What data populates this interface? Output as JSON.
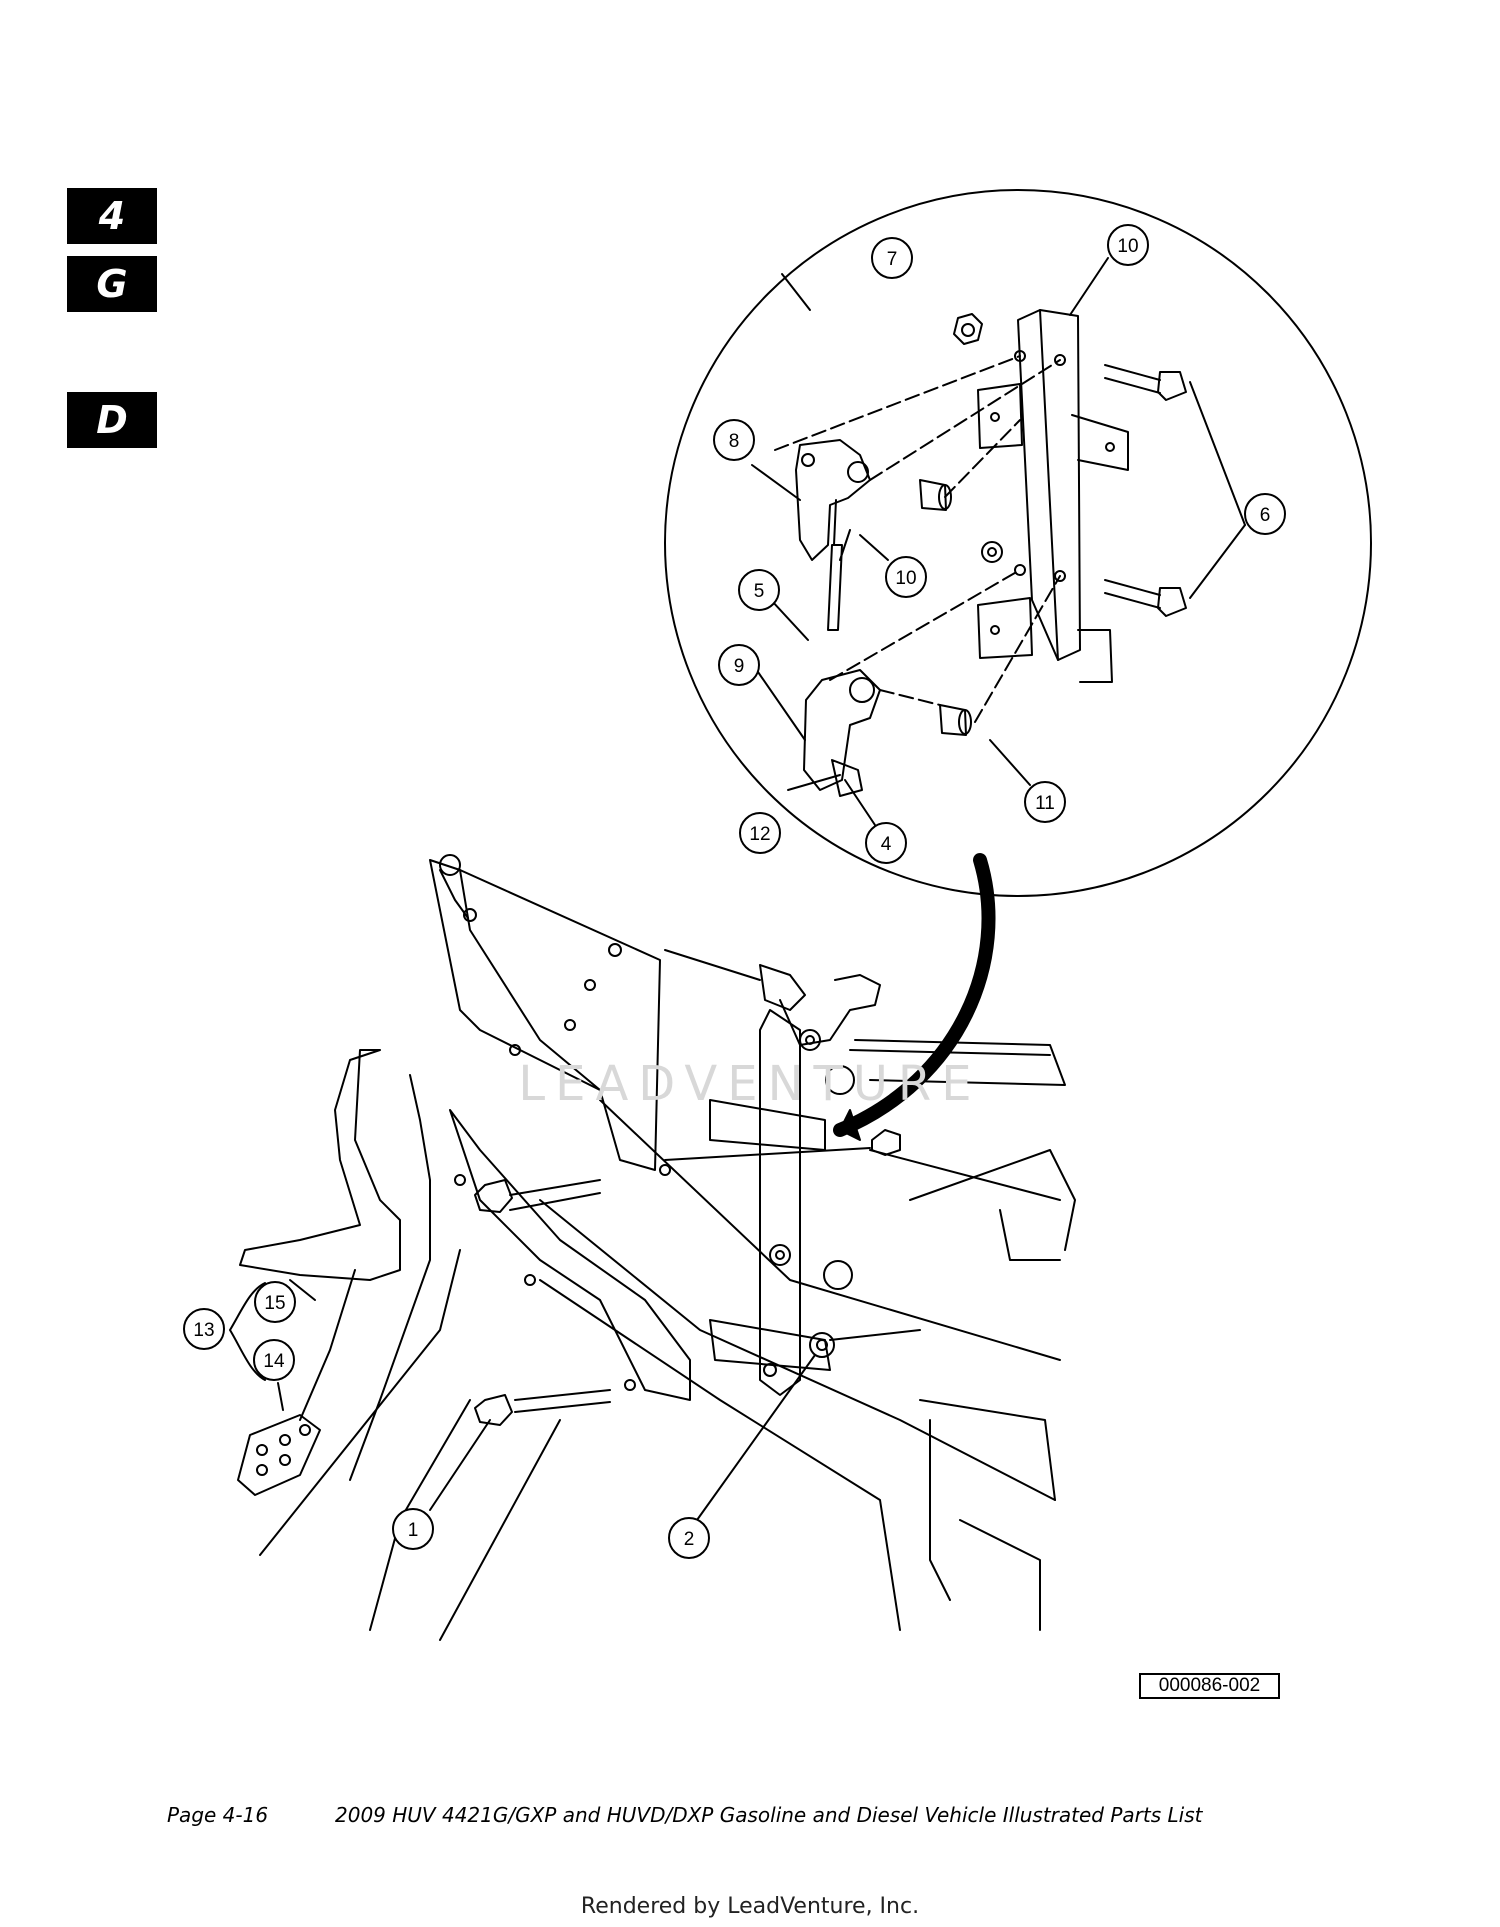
{
  "section_tabs": [
    "4",
    "G",
    "D"
  ],
  "callouts": {
    "c1": "1",
    "c2": "2",
    "c4": "4",
    "c5": "5",
    "c6": "6",
    "c7": "7",
    "c8": "8",
    "c9": "9",
    "c10a": "10",
    "c10b": "10",
    "c11": "11",
    "c12": "12",
    "c13": "13",
    "c14": "14",
    "c15": "15"
  },
  "watermark": "LEADVENTURE",
  "figure_id": "000086-002",
  "footer": {
    "page": "Page 4-16",
    "title": "2009 HUV 4421G/GXP and HUVD/DXP Gasoline and Diesel Vehicle Illustrated Parts List"
  },
  "rendered_by": "Rendered by LeadVenture, Inc."
}
